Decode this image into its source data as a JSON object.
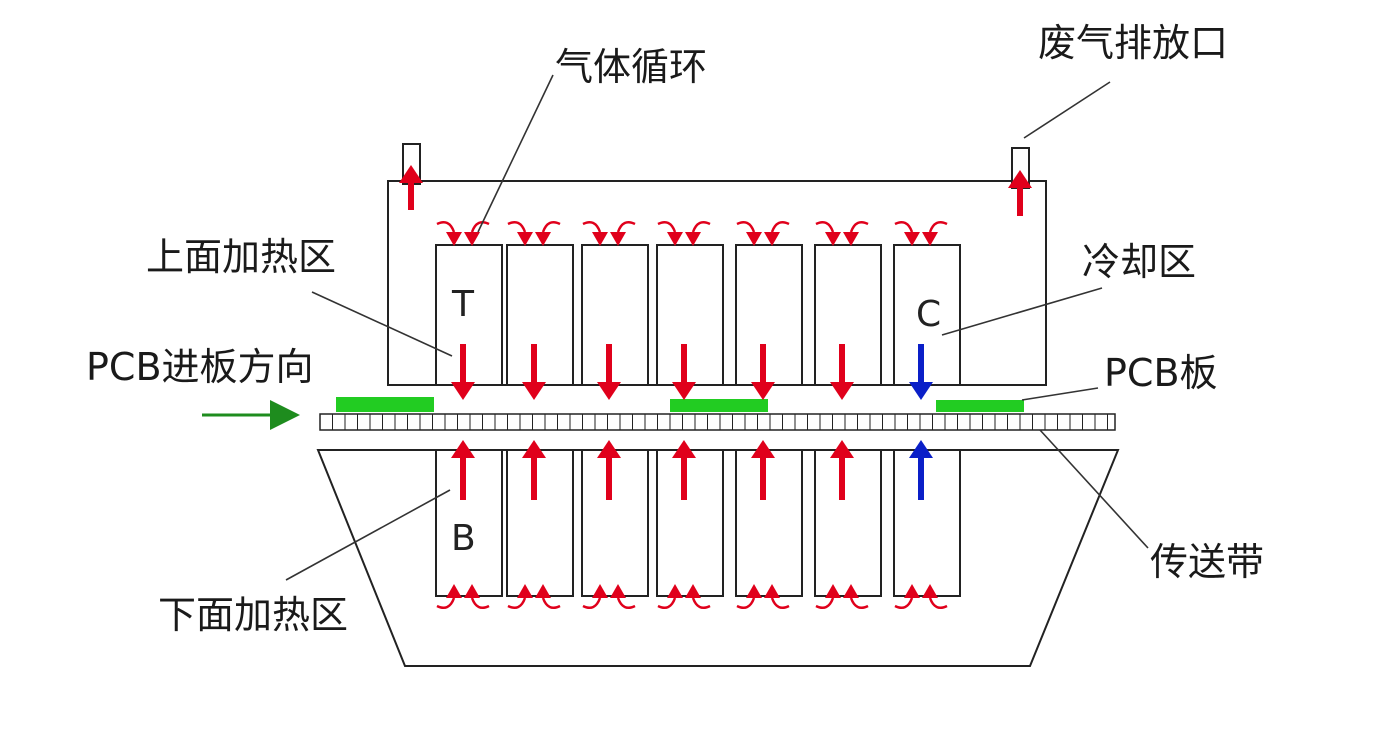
{
  "labels": {
    "gas_circulation": "气体循环",
    "exhaust_outlet": "废气排放口",
    "top_heating_zone": "上面加热区",
    "cooling_zone": "冷却区",
    "pcb_feed_direction": "PCB进板方向",
    "pcb_board": "PCB板",
    "conveyor_belt": "传送带",
    "bottom_heating_zone": "下面加热区"
  },
  "zone_letters": {
    "top": "T",
    "bottom": "B",
    "cooling": "C"
  },
  "zone_count": 7,
  "colors": {
    "outline": "#222222",
    "heat_arrow": "#e0001b",
    "cool_arrow": "#0a1fc8",
    "pcb": "#22cc22",
    "feed_arrow": "#1e8c1e",
    "leader": "#333333",
    "background": "#ffffff"
  }
}
